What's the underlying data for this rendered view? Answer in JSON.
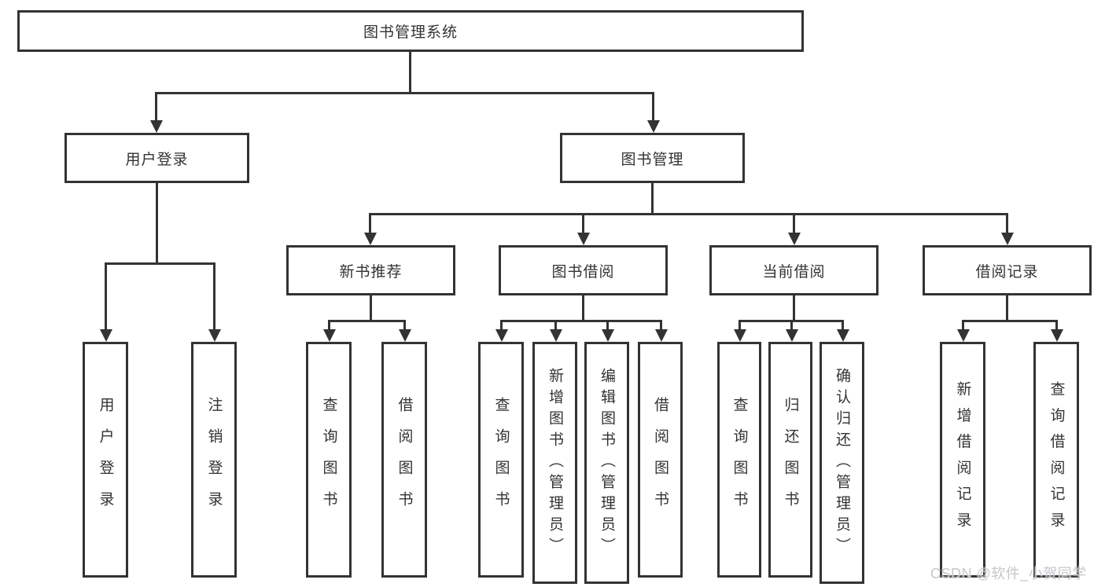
{
  "diagram": {
    "root": {
      "label": "图书管理系统"
    },
    "level2": [
      {
        "label": "用户登录"
      },
      {
        "label": "图书管理"
      }
    ],
    "level3": [
      {
        "label": "新书推荐"
      },
      {
        "label": "图书借阅"
      },
      {
        "label": "当前借阅"
      },
      {
        "label": "借阅记录"
      }
    ],
    "leaves": [
      {
        "label": "用户登录"
      },
      {
        "label": "注销登录"
      },
      {
        "label": "查询图书"
      },
      {
        "label": "借阅图书"
      },
      {
        "label": "查询图书"
      },
      {
        "label": "新增图书（管理员）"
      },
      {
        "label": "编辑图书（管理员）"
      },
      {
        "label": "借阅图书"
      },
      {
        "label": "查询图书"
      },
      {
        "label": "归还图书"
      },
      {
        "label": "确认归还（管理员）"
      },
      {
        "label": "新增借阅记录"
      },
      {
        "label": "查询借阅记录"
      }
    ],
    "watermark": "CSDN @软件_小贺同学",
    "colors": {
      "line": "#333333",
      "text": "#333333",
      "watermark": "#c7c7cc",
      "background": "#ffffff"
    }
  }
}
